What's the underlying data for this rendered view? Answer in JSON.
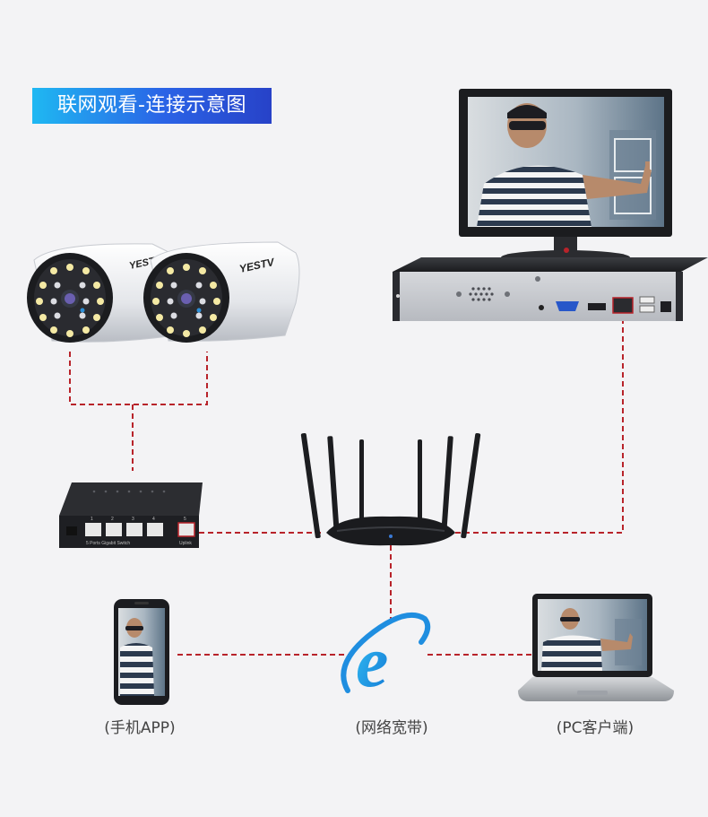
{
  "title": "联网观看-连接示意图",
  "camera_brand": "YESTV",
  "switch_label": "5 Ports Gigabit Switch",
  "switch_uplink": "Uplink",
  "switch_ports": [
    "1",
    "2",
    "3",
    "4",
    "5"
  ],
  "captions": {
    "phone": "(手机APP)",
    "internet": "(网络宽带)",
    "pc": "(PC客户端)"
  },
  "colors": {
    "link_line": "#b8232a",
    "banner_start": "#1fb8f2",
    "banner_end": "#2742c8"
  }
}
